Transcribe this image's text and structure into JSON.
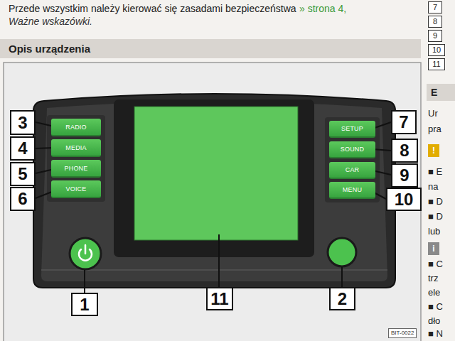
{
  "diagram": {
    "title": "Opis urządzenia",
    "nodes": [
      {
        "text": [
          "RADIO"
        ]
      },
      {
        "text": [
          "MEDIA"
        ]
      },
      {
        "text": [
          "PHONE"
        ]
      },
      {
        "text": [
          "VOICE"
        ]
      },
      {
        "text": [
          "SETUP"
        ]
      },
      {
        "text": [
          "SOUND"
        ]
      },
      {
        "text": [
          "CAR"
        ]
      },
      {
        "text": [
          "MENU"
        ]
      }
    ],
    "labels": [
      "Przede wszystkim należy kierować się zasadami bezpieczeństwa",
      "» strona 4,",
      "Ważne wskazówki.",
      "3",
      "4",
      "5",
      "6",
      "7",
      "8",
      "9",
      "10",
      "1",
      "11",
      "2",
      "BIT-0022",
      "7",
      "8",
      "9",
      "10",
      "11",
      "E",
      "Ur",
      "pra",
      "!",
      "■ E",
      "na",
      "■ D",
      "■ D",
      "lub",
      "i",
      "■ C",
      "trz",
      "ele",
      "■ C",
      "dło",
      "■ N"
    ]
  }
}
